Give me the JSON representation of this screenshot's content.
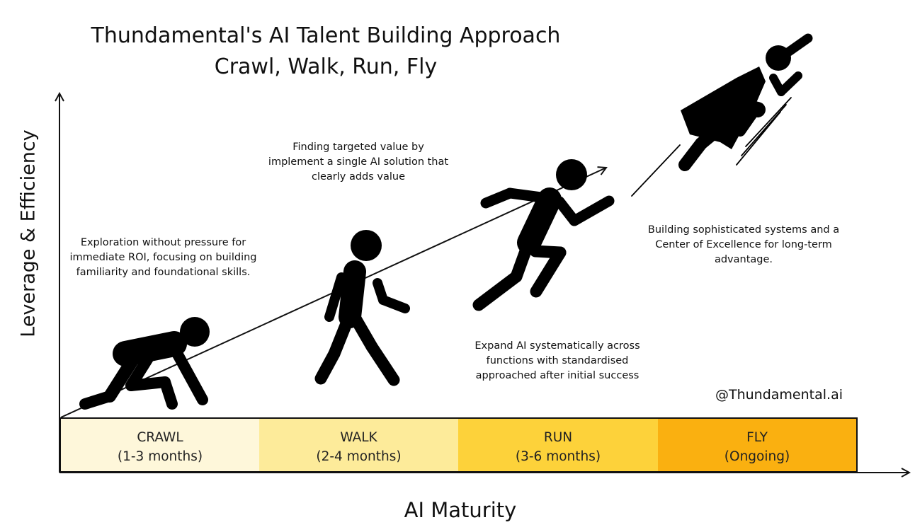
{
  "title": {
    "line1": "Thundamental's AI Talent Building Approach",
    "line2": "Crawl, Walk, Run, Fly"
  },
  "axes": {
    "y_label": "Leverage & Efficiency",
    "x_label": "AI Maturity"
  },
  "stages": [
    {
      "name": "CRAWL",
      "duration": "(1-3 months)",
      "color": "#FEF7DA",
      "icon": "crawling-person-icon",
      "description": "Exploration without pressure for immediate ROI, focusing on building familiarity and foundational skills."
    },
    {
      "name": "WALK",
      "duration": "(2-4 months)",
      "color": "#FDEB9A",
      "icon": "walking-person-icon",
      "description": "Finding targeted value by implement a single AI solution that clearly adds value"
    },
    {
      "name": "RUN",
      "duration": "(3-6 months)",
      "color": "#FDD23A",
      "icon": "running-person-icon",
      "description": "Expand AI systematically across functions with standardised approached after initial success"
    },
    {
      "name": "FLY",
      "duration": "(Ongoing)",
      "color": "#FAB010",
      "icon": "flying-superhero-icon",
      "description": "Building sophisticated systems and a Center of Excellence for long-term advantage."
    }
  ],
  "handle": "@Thundamental.ai"
}
